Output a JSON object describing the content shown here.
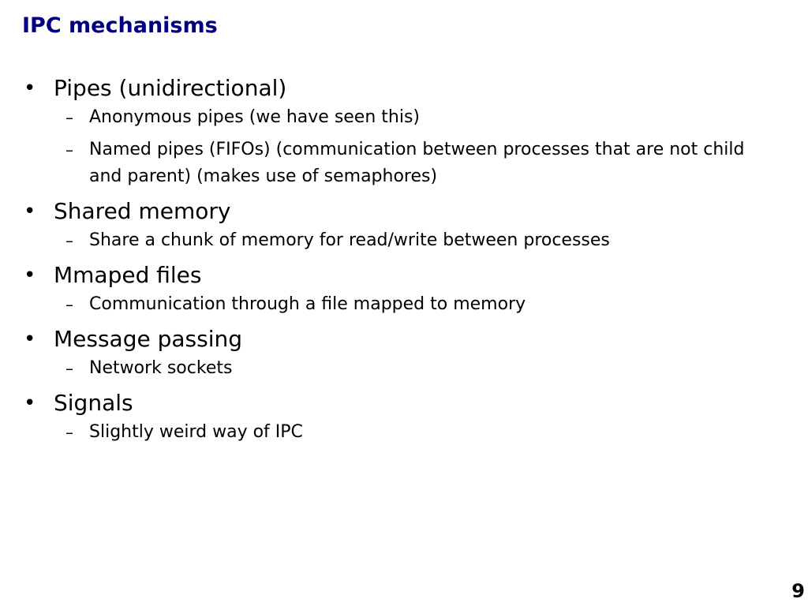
{
  "slide": {
    "title": "IPC mechanisms",
    "page_number": "9",
    "bullet_marker": "•",
    "sub_marker": "–",
    "bullets": [
      {
        "text": "Pipes (unidirectional)",
        "subs": [
          "Anonymous pipes (we have seen this)",
          "Named pipes (FIFOs) (communication between processes that are not child and parent) (makes use of semaphores)"
        ]
      },
      {
        "text": "Shared memory",
        "subs": [
          "Share a chunk of memory for read/write between processes"
        ]
      },
      {
        "text": "Mmaped files",
        "subs": [
          "Communication through a file mapped to memory"
        ]
      },
      {
        "text": "Message passing",
        "subs": [
          "Network sockets"
        ]
      },
      {
        "text": "Signals",
        "subs": [
          "Slightly weird way of IPC"
        ]
      }
    ]
  }
}
